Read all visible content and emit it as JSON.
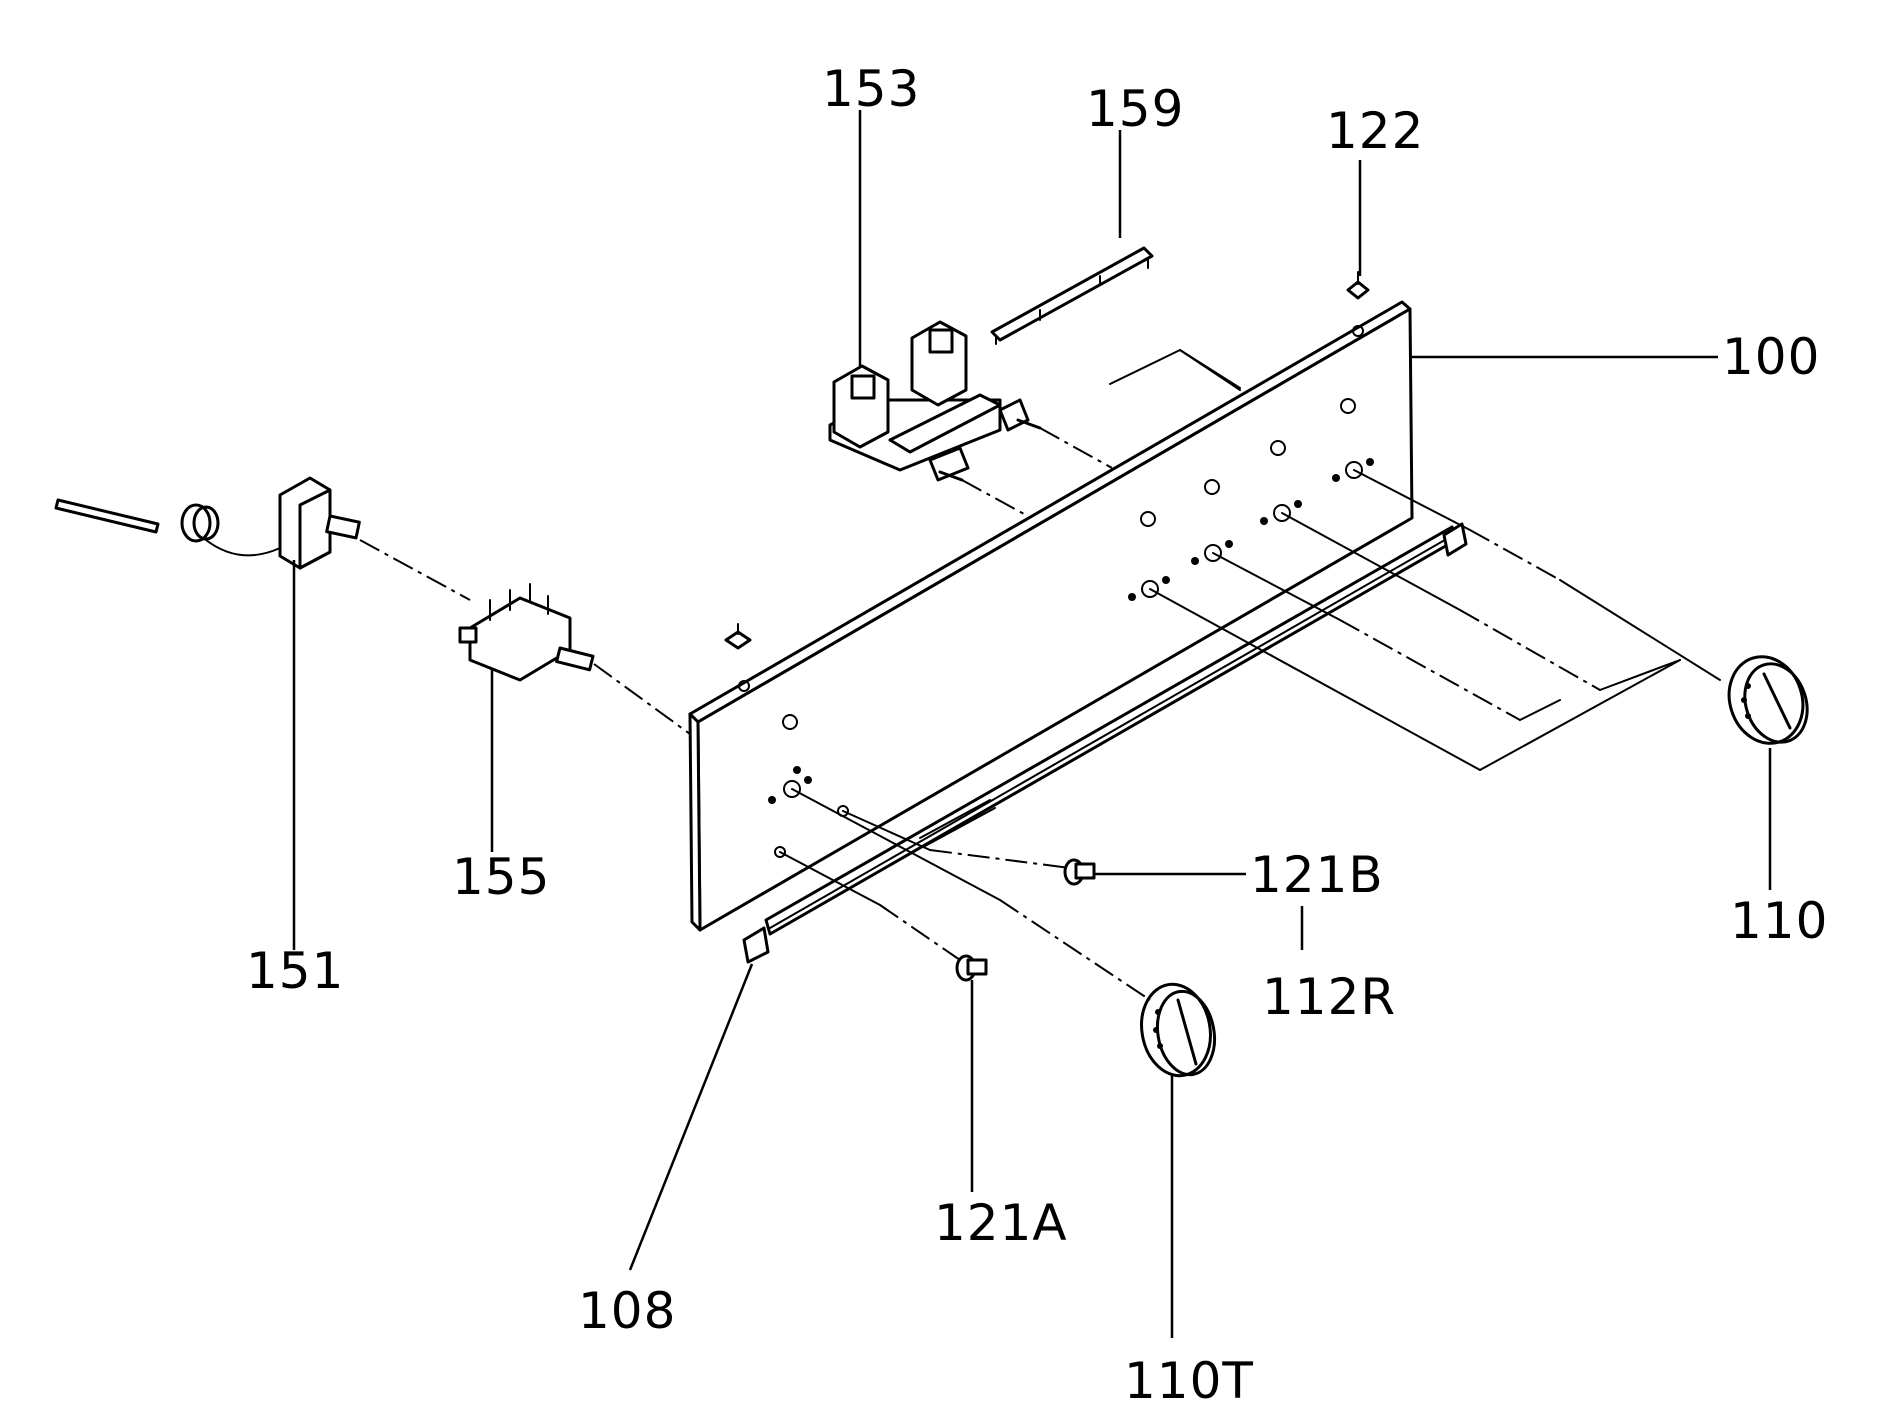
{
  "labels": {
    "p153": "153",
    "p159": "159",
    "p122": "122",
    "p100": "100",
    "p151": "151",
    "p155": "155",
    "p121B": "121B",
    "p112R": "112R",
    "p110": "110",
    "p121A": "121A",
    "p108": "108",
    "p110T": "110T"
  },
  "colors": {
    "ink": "#000000",
    "paper": "#ffffff"
  }
}
